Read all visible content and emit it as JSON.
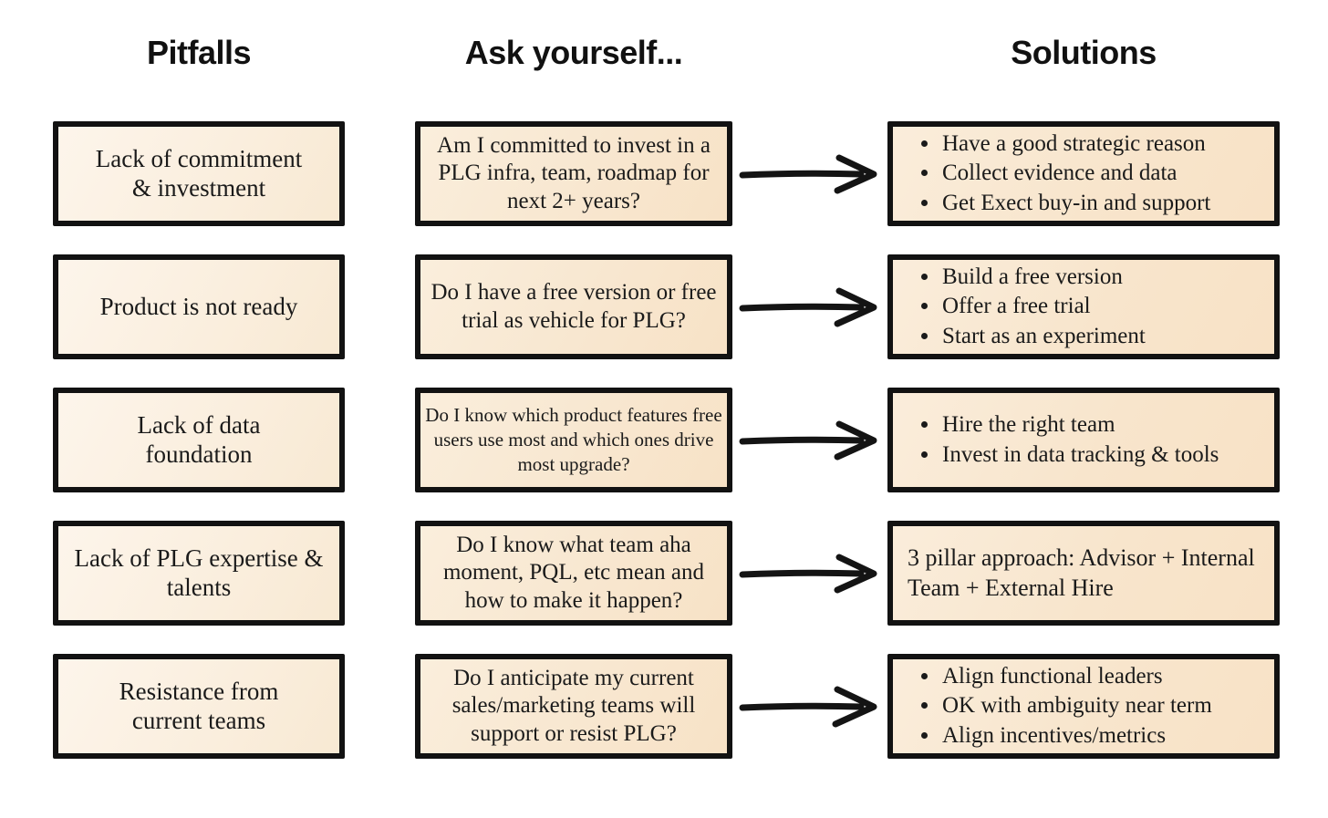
{
  "headers": {
    "pitfalls": "Pitfalls",
    "ask": "Ask yourself...",
    "solutions": "Solutions"
  },
  "arrow_color": "#141414",
  "rows": [
    {
      "pitfall": "Lack of commitment & investment",
      "question": "Am I committed to invest in a PLG infra, team, roadmap for next 2+ years?",
      "solutions": [
        "Have a good strategic reason",
        "Collect evidence and data",
        "Get Exect buy-in and support"
      ]
    },
    {
      "pitfall": "Product is not ready",
      "question": "Do I have a free version or free trial as vehicle for PLG?",
      "solutions": [
        "Build a free version",
        "Offer a free trial",
        "Start as an experiment"
      ]
    },
    {
      "pitfall": "Lack of data foundation",
      "question": "Do I know which product features free users use most and which ones drive most upgrade?",
      "solutions": [
        "Hire the right team",
        "Invest in data tracking & tools"
      ]
    },
    {
      "pitfall": "Lack of PLG expertise & talents",
      "question": "Do I know what team aha moment, PQL, etc mean and how to make it happen?",
      "solution_text": "3 pillar approach: Advisor + Internal Team + External Hire"
    },
    {
      "pitfall": "Resistance from current teams",
      "question": "Do I anticipate my current sales/marketing teams will support or resist PLG?",
      "solutions": [
        "Align functional leaders",
        "OK with ambiguity near term",
        "Align incentives/metrics"
      ]
    }
  ]
}
